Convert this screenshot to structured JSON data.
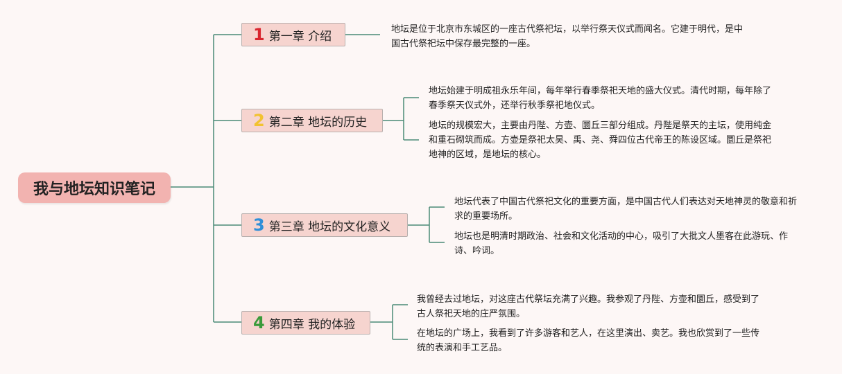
{
  "root": {
    "title": "我与地坛知识笔记"
  },
  "colors": {
    "connector": "#4a8a76",
    "num1": "#d9262f",
    "num2": "#f2c230",
    "num3": "#2f8fd8",
    "num4": "#3a9a3a"
  },
  "chapters": [
    {
      "number": "1",
      "title": "第一章 介绍",
      "notes": [
        "地坛是位于北京市东城区的一座古代祭祀坛，以举行祭天仪式而闻名。它建于明代，是中国古代祭祀坛中保存最完整的一座。"
      ]
    },
    {
      "number": "2",
      "title": "第二章 地坛的历史",
      "notes": [
        "地坛始建于明成祖永乐年间，每年举行春季祭祀天地的盛大仪式。清代时期，每年除了春季祭天仪式外，还举行秋季祭祀地仪式。",
        "地坛的规模宏大，主要由丹陛、方壶、圜丘三部分组成。丹陛是祭天的主坛，使用纯金和重石砌筑而成。方壶是祭祀太昊、禹、尧、舜四位古代帝王的陈设区域。圜丘是祭祀地神的区域，是地坛的核心。"
      ]
    },
    {
      "number": "3",
      "title": "第三章 地坛的文化意义",
      "notes": [
        "地坛代表了中国古代祭祀文化的重要方面，是中国古代人们表达对天地神灵的敬意和祈求的重要场所。",
        "地坛也是明清时期政治、社会和文化活动的中心，吸引了大批文人墨客在此游玩、作诗、吟词。"
      ]
    },
    {
      "number": "4",
      "title": "第四章 我的体验",
      "notes": [
        "我曾经去过地坛，对这座古代祭坛充满了兴趣。我参观了丹陛、方壶和圜丘，感受到了古人祭祀天地的庄严氛围。",
        "在地坛的广场上，我看到了许多游客和艺人，在这里演出、卖艺。我也欣赏到了一些传统的表演和手工艺品。"
      ]
    }
  ]
}
